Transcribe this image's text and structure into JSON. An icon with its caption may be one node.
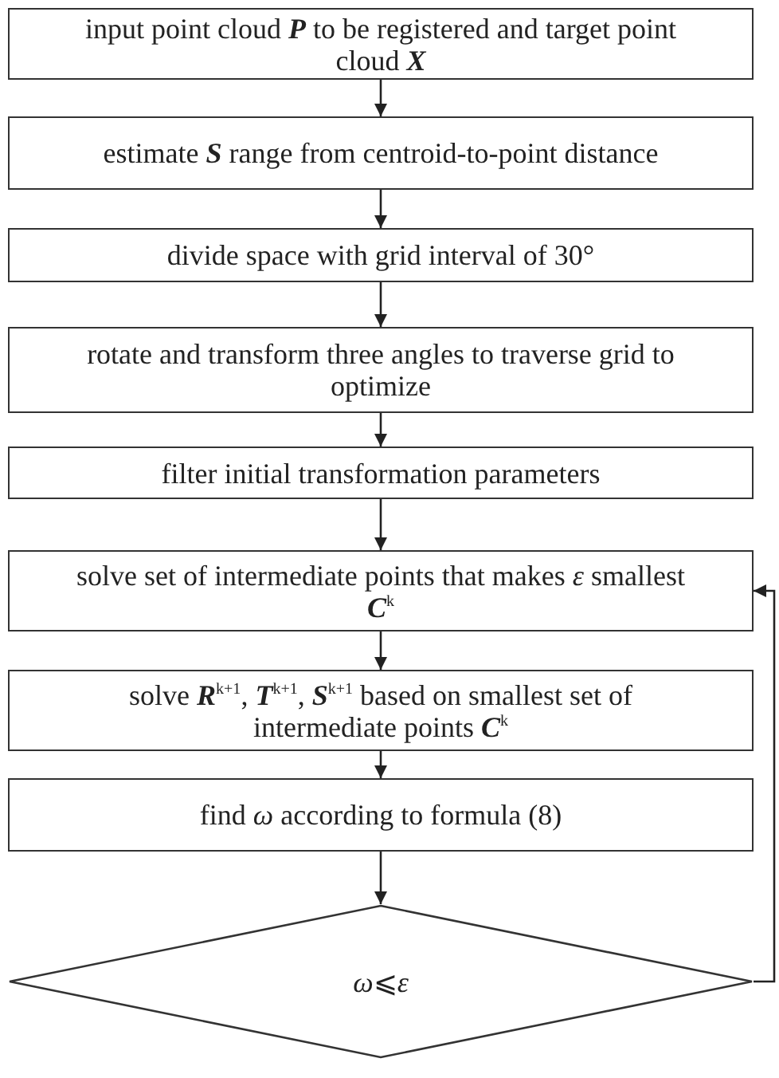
{
  "diagram": {
    "nodes": [
      {
        "text": [
          "input point cloud **P** to be registered and target point cloud **X**"
        ]
      },
      {
        "text": [
          "estimate **S** range from centroid-to-point distance"
        ]
      },
      {
        "text": [
          "divide space with grid interval of 30°"
        ]
      },
      {
        "text": [
          "rotate and transform three angles to traverse grid to optimize"
        ]
      },
      {
        "text": [
          "filter initial transformation parameters"
        ]
      },
      {
        "text": [
          "solve set of intermediate points that makes *ε* smallest **C**$^{k}$"
        ]
      },
      {
        "text": [
          "solve **R**$^{k+1}$, **T**$^{k+1}$, **S**$^{k+1}$ based on smallest set of intermediate points **C**$^{k}$"
        ]
      },
      {
        "text": [
          "find *ω* according to formula (8)"
        ]
      },
      {
        "text": [
          "*ω*⩽*ε*"
        ]
      }
    ],
    "edges": [
      {
        "from": 0,
        "to": 1,
        "arrow": "to"
      },
      {
        "from": 1,
        "to": 2,
        "arrow": "to"
      },
      {
        "from": 2,
        "to": 3,
        "arrow": "to"
      },
      {
        "from": 3,
        "to": 4,
        "arrow": "to"
      },
      {
        "from": 4,
        "to": 5,
        "arrow": "to"
      },
      {
        "from": 5,
        "to": 6,
        "arrow": "to"
      },
      {
        "from": 6,
        "to": 7,
        "arrow": "to"
      },
      {
        "from": 7,
        "to": 8,
        "arrow": "to"
      },
      {
        "from": 8,
        "to": 5,
        "arrow": "to"
      }
    ]
  }
}
